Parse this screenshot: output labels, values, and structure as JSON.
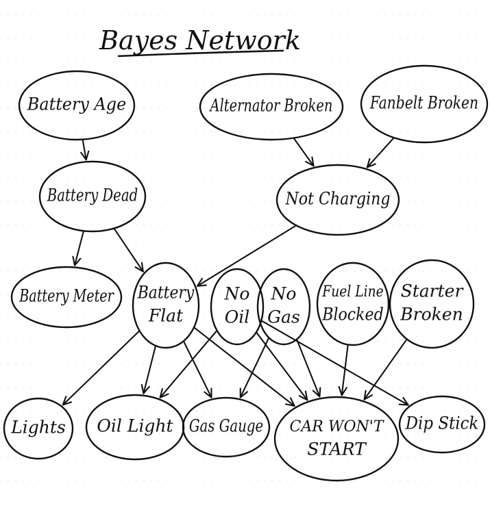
{
  "title": "Bayes Network",
  "nodes": [
    {
      "id": "battery_age",
      "label": [
        "Battery Age"
      ]
    },
    {
      "id": "alternator_broken",
      "label": [
        "Alternator Broken"
      ]
    },
    {
      "id": "fanbelt_broken",
      "label": [
        "Fanbelt Broken"
      ]
    },
    {
      "id": "battery_dead",
      "label": [
        "Battery Dead"
      ]
    },
    {
      "id": "not_charging",
      "label": [
        "Not Charging"
      ]
    },
    {
      "id": "battery_meter",
      "label": [
        "Battery Meter"
      ]
    },
    {
      "id": "battery_flat",
      "label": [
        "Battery",
        "Flat"
      ]
    },
    {
      "id": "no_oil",
      "label": [
        "No",
        "Oil"
      ]
    },
    {
      "id": "no_gas",
      "label": [
        "No",
        "Gas"
      ]
    },
    {
      "id": "fuel_line_blocked",
      "label": [
        "Fuel Line",
        "Blocked"
      ]
    },
    {
      "id": "starter_broken",
      "label": [
        "Starter",
        "Broken"
      ]
    },
    {
      "id": "lights",
      "label": [
        "Lights"
      ]
    },
    {
      "id": "oil_light",
      "label": [
        "Oil Light"
      ]
    },
    {
      "id": "gas_gauge",
      "label": [
        "Gas Gauge"
      ]
    },
    {
      "id": "car_wont_start",
      "label": [
        "CAR WON'T",
        "START"
      ]
    },
    {
      "id": "dip_stick",
      "label": [
        "Dip Stick"
      ]
    }
  ],
  "edges": [
    {
      "from": "battery_age",
      "to": "battery_dead"
    },
    {
      "from": "alternator_broken",
      "to": "not_charging"
    },
    {
      "from": "fanbelt_broken",
      "to": "not_charging"
    },
    {
      "from": "battery_dead",
      "to": "battery_meter"
    },
    {
      "from": "battery_dead",
      "to": "battery_flat"
    },
    {
      "from": "not_charging",
      "to": "battery_flat"
    },
    {
      "from": "battery_flat",
      "to": "lights"
    },
    {
      "from": "battery_flat",
      "to": "oil_light"
    },
    {
      "from": "battery_flat",
      "to": "gas_gauge"
    },
    {
      "from": "battery_flat",
      "to": "car_wont_start"
    },
    {
      "from": "no_oil",
      "to": "oil_light"
    },
    {
      "from": "no_oil",
      "to": "car_wont_start"
    },
    {
      "from": "no_oil",
      "to": "dip_stick"
    },
    {
      "from": "no_gas",
      "to": "gas_gauge"
    },
    {
      "from": "no_gas",
      "to": "car_wont_start"
    },
    {
      "from": "fuel_line_blocked",
      "to": "car_wont_start"
    },
    {
      "from": "starter_broken",
      "to": "car_wont_start"
    }
  ]
}
